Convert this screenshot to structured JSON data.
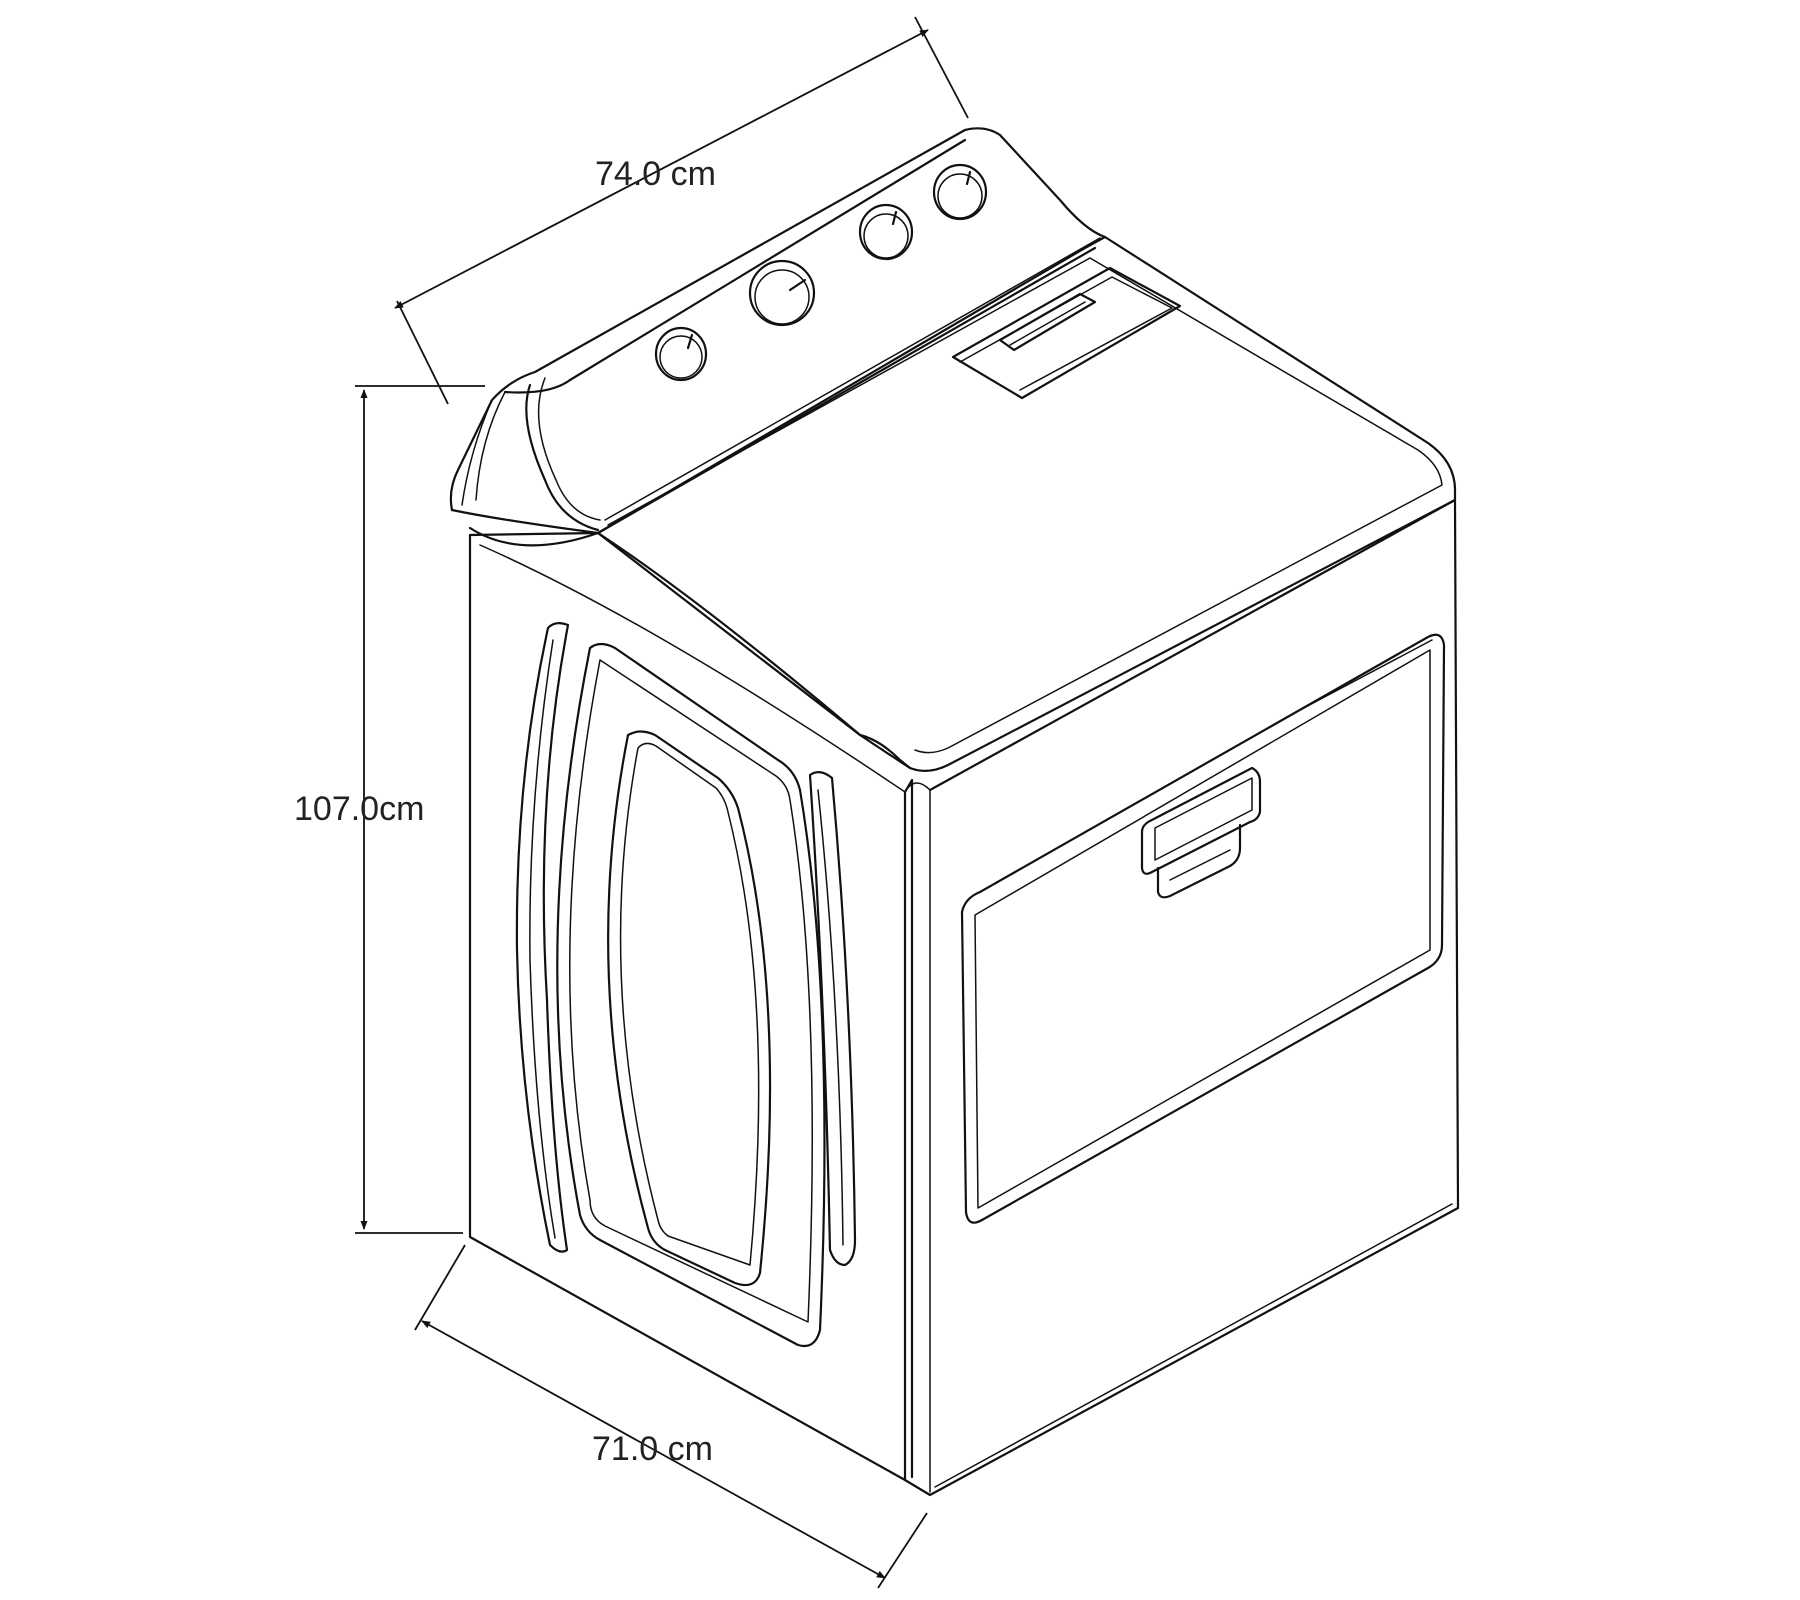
{
  "dimensions": {
    "width": "74.0 cm",
    "height": "107.0cm",
    "depth": "71.0 cm"
  },
  "colors": {
    "line": "#111111",
    "label": "#222222",
    "background": "#ffffff"
  }
}
